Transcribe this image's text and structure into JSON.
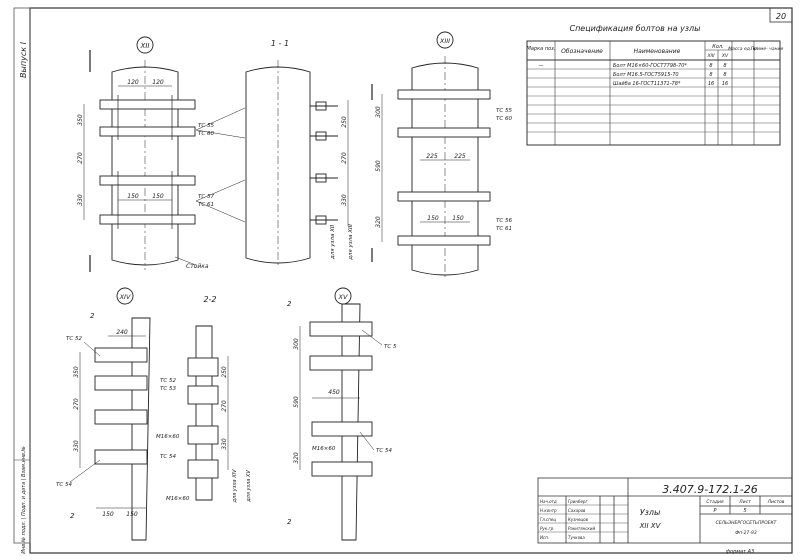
{
  "sheet": {
    "page_number": "20",
    "issue_label": "Выпуск I",
    "format_label": "формат А3"
  },
  "spec": {
    "title": "Спецификация болтов на узлы",
    "headers": {
      "mark": "Марка поз.",
      "designation": "Обозначение",
      "name": "Наименование",
      "qty": "Кол.",
      "qty_a": "XIII",
      "qty_b": "XV",
      "mass": "Масса ед. кг",
      "note": "Приме- чание"
    },
    "rows": [
      {
        "mark": "—",
        "name": "Болт М16×60-ГОСТ7798-70*",
        "a": "8",
        "b": "8"
      },
      {
        "mark": "",
        "name": "Болт М16.5-ГОСТ5915-70",
        "a": "8",
        "b": "8"
      },
      {
        "mark": "",
        "name": "Шайба 16-ГОСТ11371-78*",
        "a": "16",
        "b": "16"
      }
    ]
  },
  "details": {
    "xii": {
      "marker": "XII",
      "dims": [
        "120",
        "120",
        "150",
        "150"
      ],
      "vdims": [
        "350",
        "270",
        "330"
      ],
      "labels": [
        "ТС 55",
        "ТС 60",
        "ТС 57",
        "ТС 61"
      ],
      "column_label": "Стойка"
    },
    "section11": {
      "title": "1 - 1",
      "cut": "1",
      "vdims": [
        "250",
        "270",
        "330"
      ],
      "rotated": [
        "для узла XII",
        "для узла XIII"
      ]
    },
    "xiii": {
      "marker": "XIII",
      "dims": [
        "225",
        "225",
        "150",
        "150"
      ],
      "vdims": [
        "300",
        "590",
        "320"
      ],
      "labels": [
        "ТС 55",
        "ТС 60",
        "ТС 56",
        "ТС 61"
      ]
    },
    "xiv": {
      "marker": "XIV",
      "cut": "2",
      "dims": [
        "240",
        "150",
        "150"
      ],
      "vdims": [
        "350",
        "270",
        "330"
      ],
      "labels": [
        "ТС 52",
        "ТС 54"
      ]
    },
    "section22": {
      "title": "2-2",
      "labels": [
        "ТС 52",
        "ТС 53",
        "М16×60",
        "ТС 54",
        "М16×60"
      ],
      "vdims": [
        "250",
        "270",
        "330"
      ],
      "rotated": [
        "для узла XIV",
        "для узла XV"
      ]
    },
    "xv": {
      "marker": "XV",
      "cut": "2",
      "dims": [
        "450"
      ],
      "vdims": [
        "300",
        "590",
        "320"
      ],
      "labels": [
        "ТС 5",
        "М16×60",
        "ТС 54"
      ]
    }
  },
  "stamp": {
    "code": "3.407.9-172.1-26",
    "title_line1": "Узлы",
    "title_line2": "XII  XV",
    "stage": "Р",
    "sheet_no": "5",
    "org": "СЕЛЬЭНЕРГОСЕТЬПРОЕКТ",
    "sub": "Фп-27-93",
    "col_heads": [
      "Стадия",
      "Лист",
      "Листов"
    ],
    "left": [
      [
        "Нач.отд",
        "Гринберг"
      ],
      [
        "Н.контр",
        "Сахаров"
      ],
      [
        "Гл.спец",
        "Кузнецов"
      ],
      [
        "Рук.гр.",
        "Ракитянский"
      ],
      [
        "Исп.",
        "Тучкова"
      ]
    ]
  },
  "side_strip": "Инв.№ подл. | Подп. и дата | Взам.инв.№"
}
